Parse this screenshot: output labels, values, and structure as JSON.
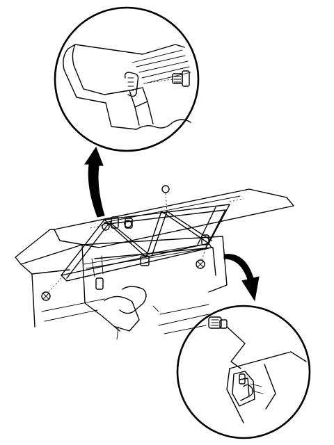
{
  "diagram": {
    "colors": {
      "line": "#000000",
      "background": "#ffffff"
    },
    "parts": [
      "upper-detail-callout",
      "lower-detail-callout",
      "rear-panel-assembly",
      "bracket-frame",
      "screw-fasteners"
    ]
  }
}
